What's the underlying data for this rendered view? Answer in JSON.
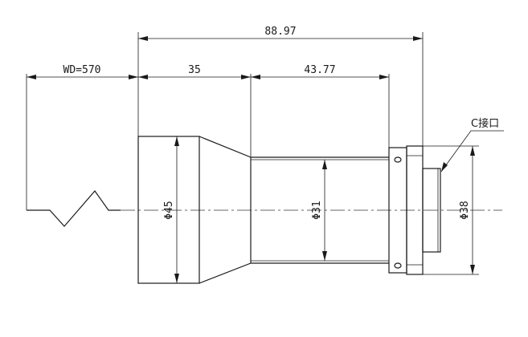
{
  "dimensions": {
    "overall_length": "88.97",
    "working_distance": "WD=570",
    "front_length": "35",
    "rear_length": "43.77",
    "front_diameter": "Φ45",
    "body_diameter": "Φ31",
    "mount_diameter": "Φ38"
  },
  "labels": {
    "mount": "C接口"
  }
}
